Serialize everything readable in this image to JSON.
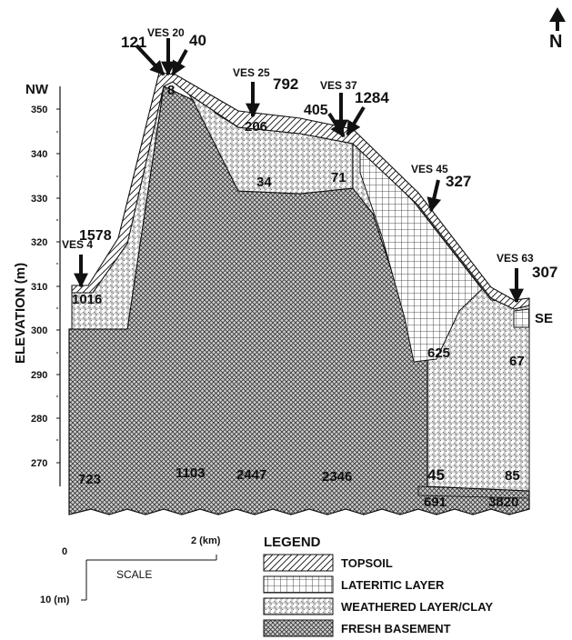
{
  "north_arrow": {
    "label": "N"
  },
  "axis": {
    "title": "ELEVATION (m)",
    "ticks": [
      "350",
      "340",
      "330",
      "320",
      "310",
      "300",
      "290",
      "280",
      "270"
    ]
  },
  "profile_ends": {
    "left": "NW",
    "right": "SE"
  },
  "ves_stations": [
    "VES 4",
    "VES 20",
    "VES 25",
    "VES 37",
    "VES 45",
    "VES 63"
  ],
  "resistivity_labels": {
    "v4_top": "1578",
    "v4_mid": "1016",
    "v20_left": "121",
    "v20_right": "40",
    "v20_base": "8",
    "v25_top": "792",
    "v25_mid": "206",
    "trough": "34",
    "v37_left": "405",
    "v37_right": "1284",
    "v37_base": "71",
    "v45_top": "327",
    "v45_base": "625",
    "v63_top": "307",
    "v63_mid": "67",
    "b1": "723",
    "b2": "1103",
    "b3": "2447",
    "b4": "2346",
    "b5": "45",
    "b6": "85",
    "b7": "691",
    "b8": "3820"
  },
  "scale": {
    "title": "SCALE",
    "origin": "0",
    "horizontal": "2 (km)",
    "vertical": "10 (m)"
  },
  "legend": {
    "title": "LEGEND",
    "items": [
      {
        "label": "TOPSOIL",
        "pattern": "diagonal-hatch"
      },
      {
        "label": "LATERITIC LAYER",
        "pattern": "grid"
      },
      {
        "label": "WEATHERED LAYER/CLAY",
        "pattern": "cross-hatch"
      },
      {
        "label": "FRESH BASEMENT",
        "pattern": "dense-crosshatch"
      }
    ]
  },
  "colors": {
    "ink": "#111111",
    "paper": "#ffffff"
  }
}
